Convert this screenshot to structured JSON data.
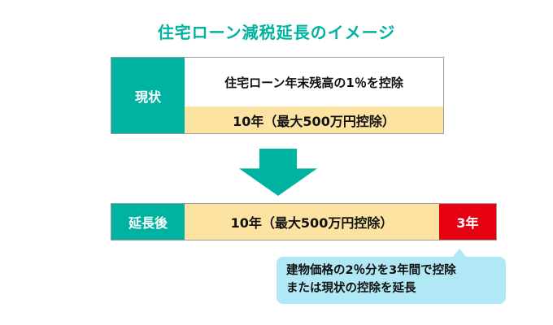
{
  "page": {
    "title": "住宅ローン減税延長のイメージ"
  },
  "colors": {
    "teal": "#00b2a0",
    "yellow": "#fce3a1",
    "red": "#e60012",
    "callout_bg": "#b0e9f5"
  },
  "current": {
    "label": "現状",
    "description": "住宅ローン年末残高の1％を控除",
    "duration": "10年（最大500万円控除）"
  },
  "after": {
    "label": "延長後",
    "duration": "10年（最大500万円控除）",
    "extension": "3年"
  },
  "callout": {
    "line1": "建物価格の2％分を3年間で控除",
    "line2": "または現状の控除を延長"
  }
}
